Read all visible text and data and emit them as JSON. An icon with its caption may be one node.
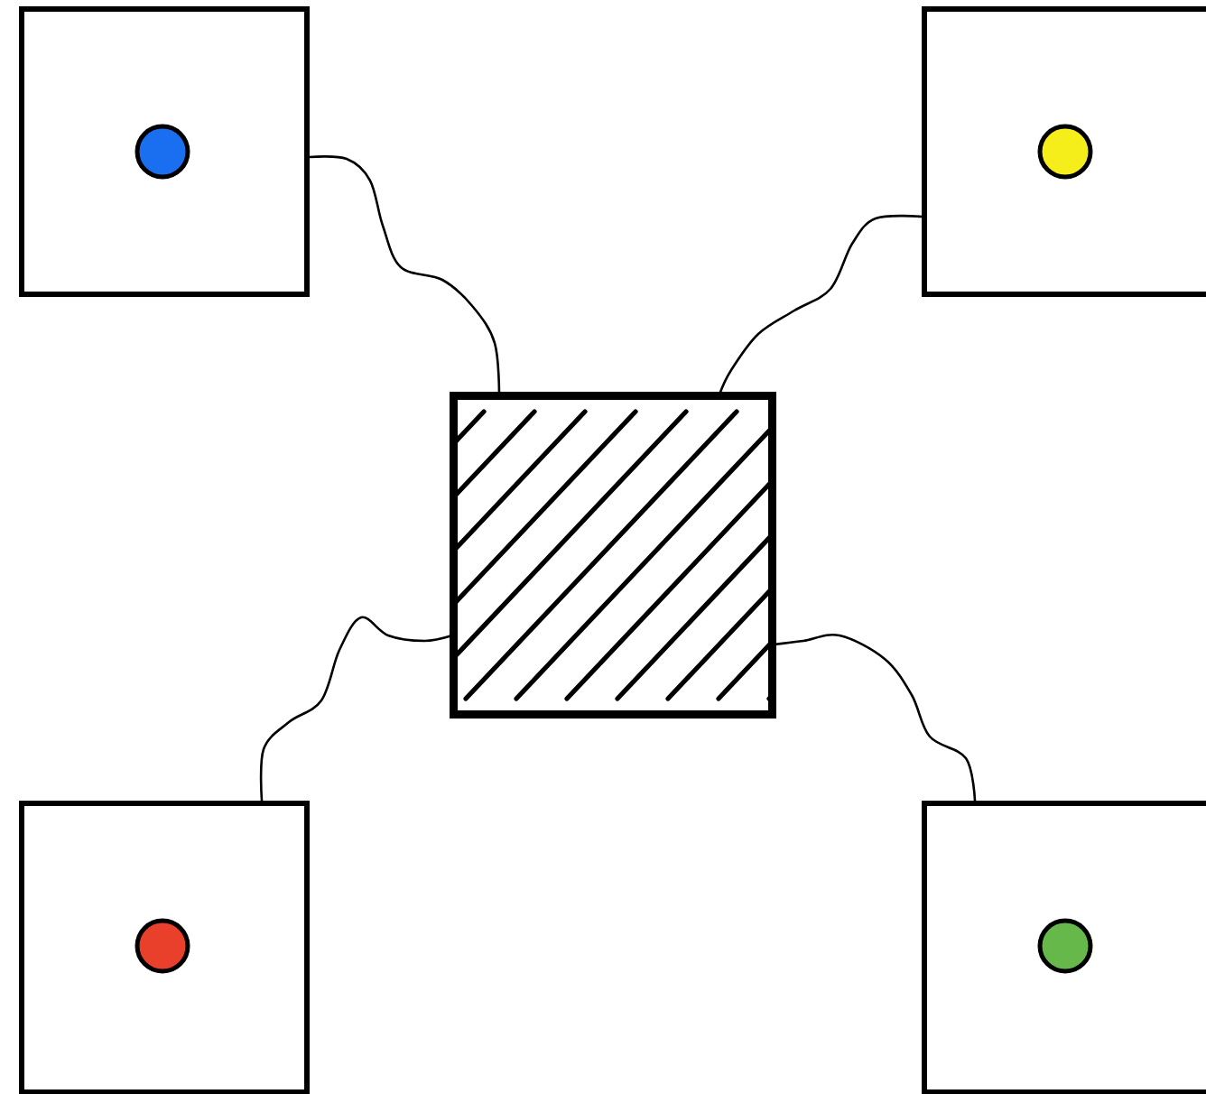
{
  "diagram": {
    "nodes": [
      {
        "text": [],
        "shape": "box"
      },
      {
        "text": [],
        "shape": "box"
      },
      {
        "text": [],
        "shape": "box"
      },
      {
        "text": [],
        "shape": "box"
      },
      {
        "text": [],
        "shape": "box"
      }
    ],
    "edges": [
      {
        "from": 0,
        "to": 2,
        "arrow": "none"
      },
      {
        "from": 1,
        "to": 2,
        "arrow": "none"
      },
      {
        "from": 3,
        "to": 2,
        "arrow": "none"
      },
      {
        "from": 4,
        "to": 2,
        "arrow": "none"
      }
    ]
  }
}
